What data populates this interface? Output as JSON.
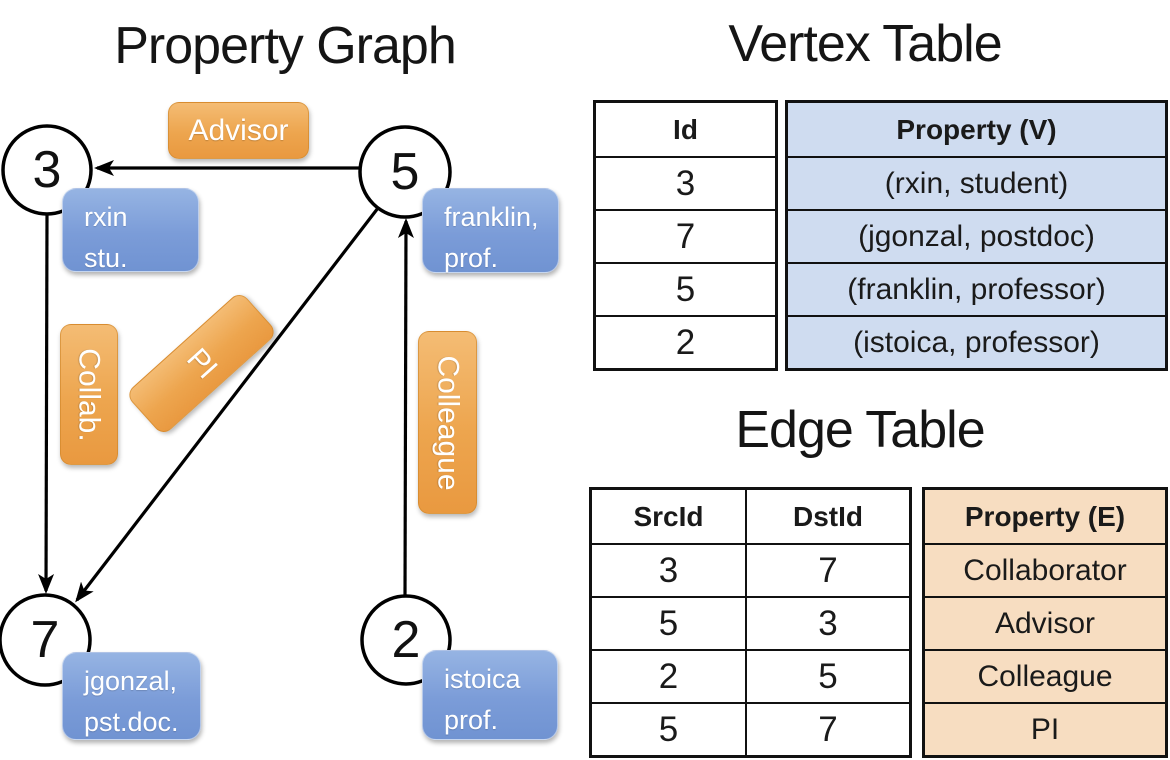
{
  "graph": {
    "title": "Property Graph",
    "nodes": [
      {
        "id": "3",
        "line1": "rxin",
        "line2": "stu."
      },
      {
        "id": "5",
        "line1": "franklin,",
        "line2": "prof."
      },
      {
        "id": "7",
        "line1": "jgonzal,",
        "line2": "pst.doc."
      },
      {
        "id": "2",
        "line1": "istoica",
        "line2": "prof."
      }
    ],
    "edge_labels": {
      "advisor": "Advisor",
      "collab": "Collab.",
      "pi": "PI",
      "colleague": "Colleague"
    }
  },
  "vertex_table": {
    "title": "Vertex Table",
    "col_id": "Id",
    "col_property": "Property (V)",
    "rows": [
      {
        "id": "3",
        "property": "(rxin, student)"
      },
      {
        "id": "7",
        "property": "(jgonzal, postdoc)"
      },
      {
        "id": "5",
        "property": "(franklin, professor)"
      },
      {
        "id": "2",
        "property": "(istoica, professor)"
      }
    ]
  },
  "edge_table": {
    "title": "Edge Table",
    "col_src": "SrcId",
    "col_dst": "DstId",
    "col_property": "Property (E)",
    "rows": [
      {
        "src": "3",
        "dst": "7",
        "property": "Collaborator"
      },
      {
        "src": "5",
        "dst": "3",
        "property": "Advisor"
      },
      {
        "src": "2",
        "dst": "5",
        "property": "Colleague"
      },
      {
        "src": "5",
        "dst": "7",
        "property": "PI"
      }
    ]
  },
  "colors": {
    "edge_label_orange": "#eda54e",
    "vertex_label_blue": "#7b9cd8",
    "vertex_table_fill": "#cfdcf0",
    "edge_table_fill": "#f7ddc1",
    "line_black": "#000000"
  }
}
